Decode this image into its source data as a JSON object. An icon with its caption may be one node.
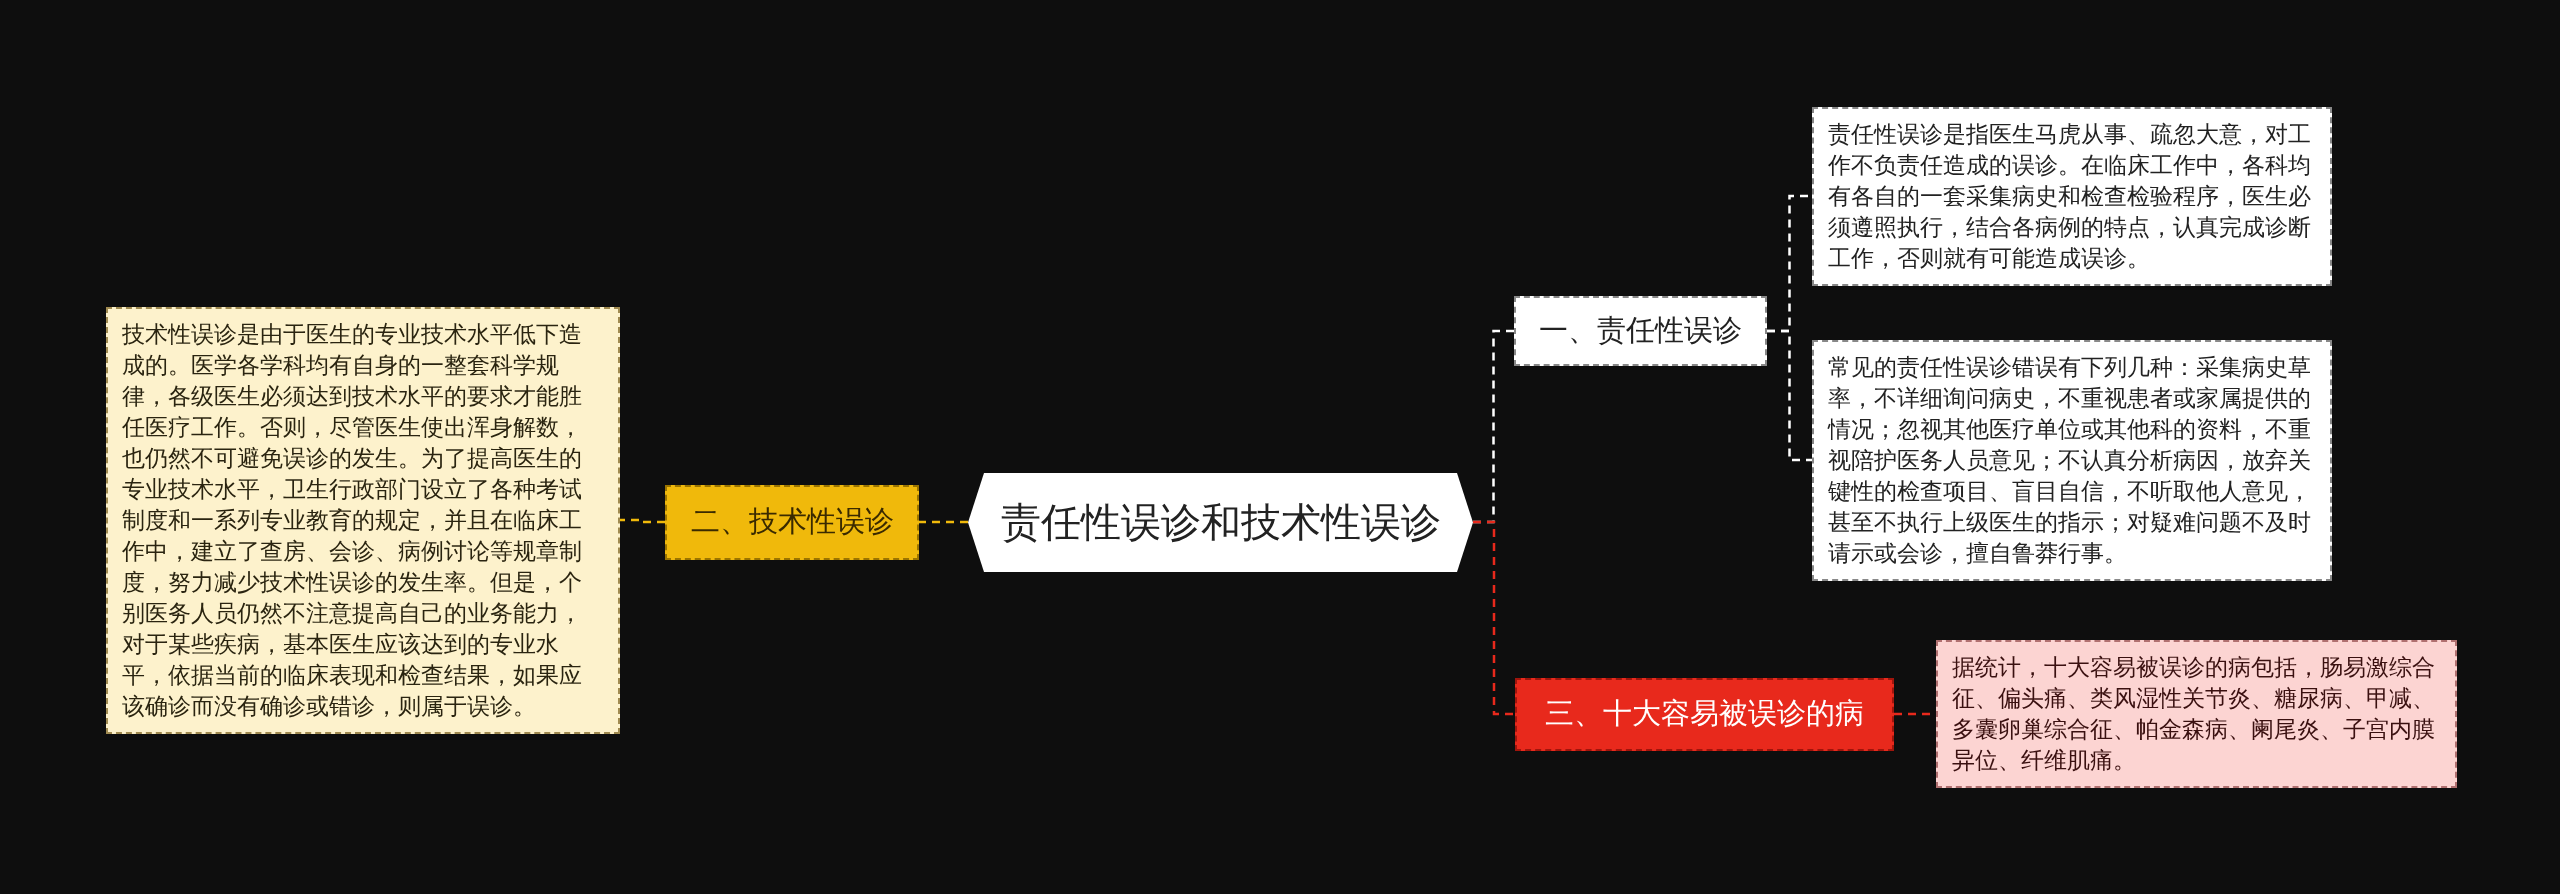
{
  "diagram": {
    "nodes": [
      {
        "text": [
          "责任性误诊和技术性误诊"
        ]
      },
      {
        "text": [
          "一、责任性误诊"
        ]
      },
      {
        "text": [
          "责任性误诊是指医生马虎从事、疏忽大意，对工作不负责任造成的误诊。在临床工作中，各科均有各自的一套采集病史和检查检验程序，医生必须遵照执行，结合各病例的特点，认真完成诊断工作，否则就有可能造成误诊。"
        ]
      },
      {
        "text": [
          "常见的责任性误诊错误有下列几种：采集病史草率，不详细询问病史，不重视患者或家属提供的情况；忽视其他医疗单位或其他科的资料，不重视陪护医务人员意见；不认真分析病因，放弃关键性的检查项目、盲目自信，不听取他人意见，甚至不执行上级医生的指示；对疑难问题不及时请示或会诊，擅自鲁莽行事。"
        ]
      },
      {
        "text": [
          "二、技术性误诊"
        ]
      },
      {
        "text": [
          "技术性误诊是由于医生的专业技术水平低下造成的。医学各学科均有自身的一整套科学规律，各级医生必须达到技术水平的要求才能胜任医疗工作。否则，尽管医生使出浑身解数，也仍然不可避免误诊的发生。为了提高医生的专业技术水平，卫生行政部门设立了各种考试制度和一系列专业教育的规定，并且在临床工作中，建立了查房、会诊、病例讨论等规章制度，努力减少技术性误诊的发生率。但是，个别医务人员仍然不注意提高自己的业务能力，对于某些疾病，基本医生应该达到的专业水平，依据当前的临床表现和检查结果，如果应该确诊而没有确诊或错诊，则属于误诊。"
        ]
      },
      {
        "text": [
          "三、十大容易被误诊的病"
        ]
      },
      {
        "text": [
          "据统计，十大容易被误诊的病包括，肠易激综合征、偏头痛、类风湿性关节炎、糖尿病、甲减、多囊卵巢综合征、帕金森病、阑尾炎、子宫内膜异位、纤维肌痛。"
        ]
      }
    ],
    "edges": [
      {
        "from": 0,
        "to": 1,
        "arrow": "none",
        "style": "dashed"
      },
      {
        "from": 1,
        "to": 2,
        "arrow": "none",
        "style": "dashed"
      },
      {
        "from": 1,
        "to": 3,
        "arrow": "none",
        "style": "dashed"
      },
      {
        "from": 0,
        "to": 4,
        "arrow": "none",
        "style": "dashed",
        "color": "#f0b90b"
      },
      {
        "from": 4,
        "to": 5,
        "arrow": "none",
        "style": "dashed",
        "color": "#f0b90b"
      },
      {
        "from": 0,
        "to": 6,
        "arrow": "none",
        "style": "dashed",
        "color": "#e8291c"
      },
      {
        "from": 6,
        "to": 7,
        "arrow": "none",
        "style": "dashed",
        "color": "#e8291c"
      }
    ]
  }
}
